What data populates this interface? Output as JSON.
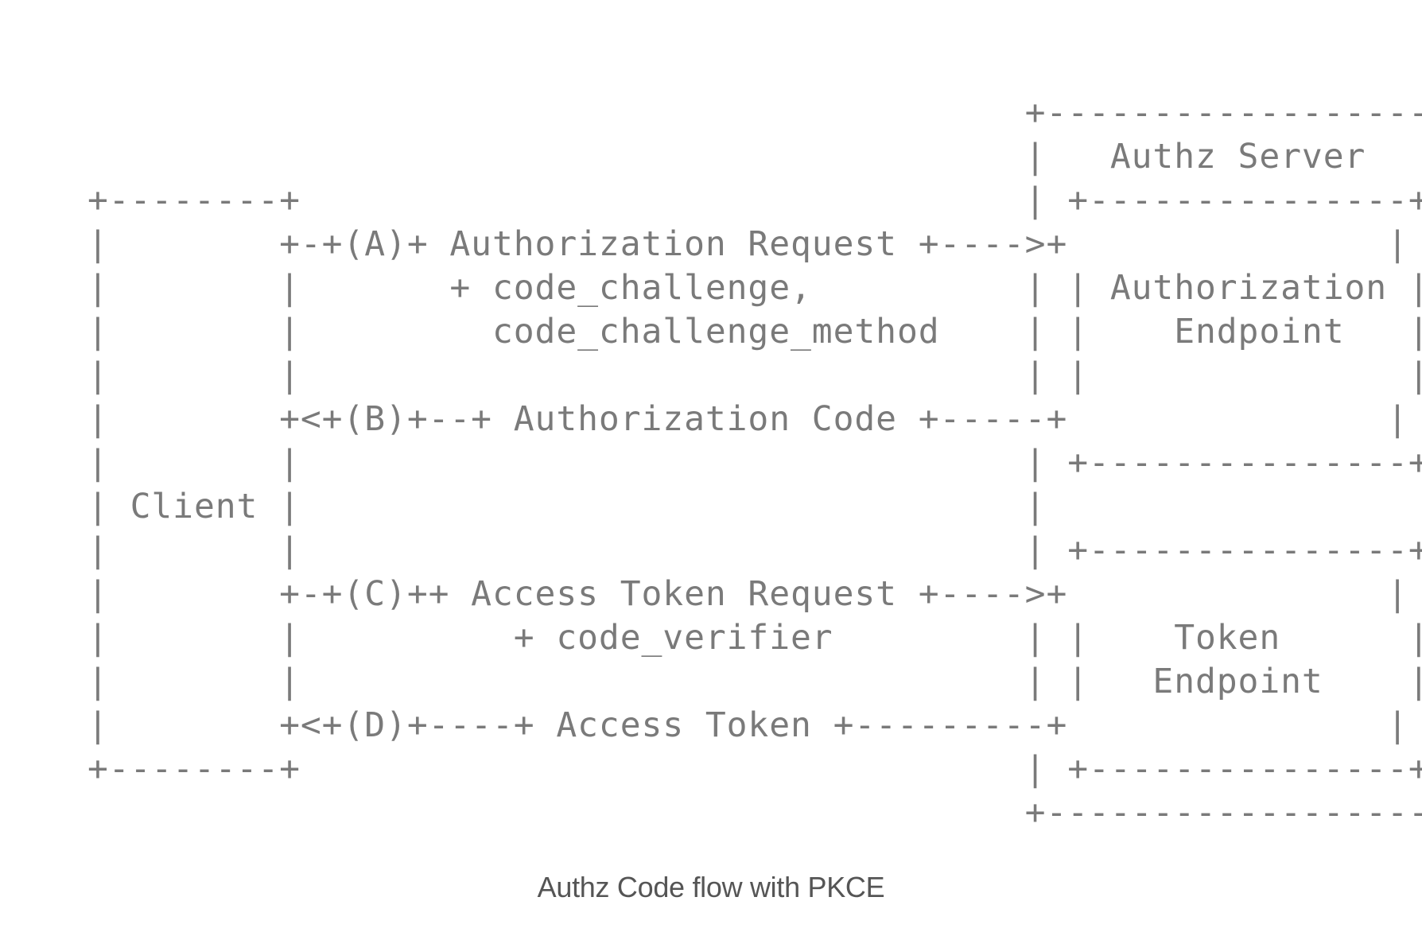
{
  "diagram": {
    "lines": [
      "                                            +-------------------+",
      "                                            |   Authz Server    |",
      "+--------+                                  | +---------------+ |",
      "|        +-+(A)+ Authorization Request +---->+               | |",
      "|        |       + code_challenge,          | | Authorization | |",
      "|        |         code_challenge_method    | |    Endpoint   | |",
      "|        |                                  | |               | |",
      "|        +<+(B)+--+ Authorization Code +-----+               | |",
      "|        |                                  | +---------------+ |",
      "| Client |                                  |                   |",
      "|        |                                  | +---------------+ |",
      "|        +-+(C)++ Access Token Request +---->+               | |",
      "|        |          + code_verifier         | |    Token      | |",
      "|        |                                  | |   Endpoint    | |",
      "|        +<+(D)+----+ Access Token +---------+               | |",
      "+--------+                                  | +---------------+ |",
      "                                            +-------------------+"
    ]
  },
  "caption": "Authz Code flow with PKCE"
}
